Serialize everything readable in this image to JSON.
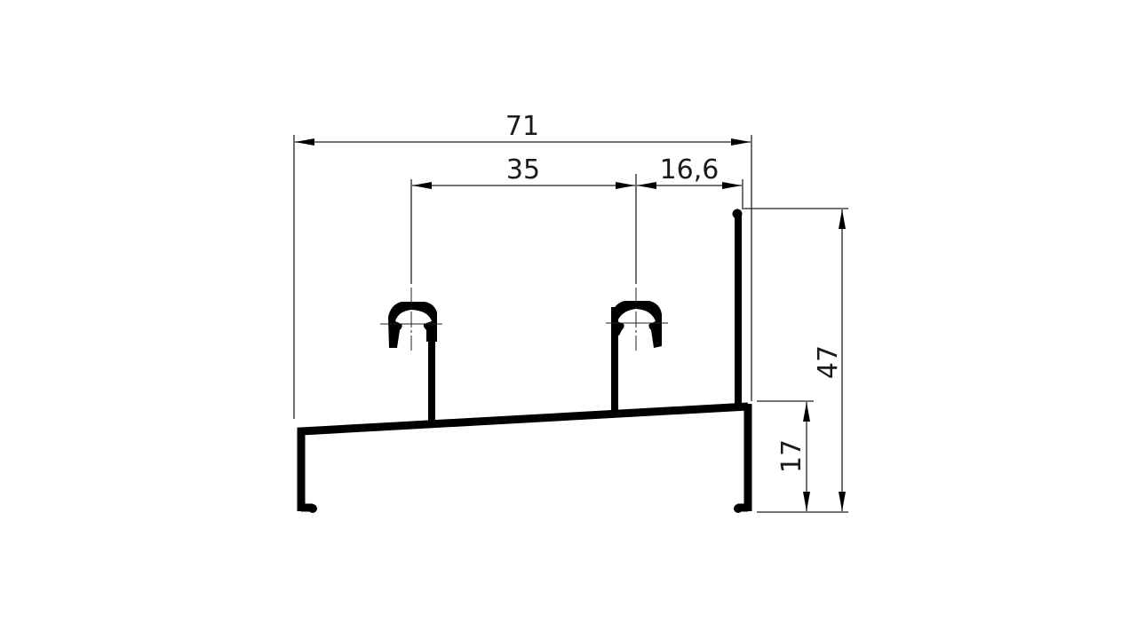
{
  "drawing": {
    "type": "profile-cross-section",
    "units": "mm",
    "dimensions": {
      "overall_width": "71",
      "clip_spacing": "35",
      "clip_to_edge": "16,6",
      "overall_height": "47",
      "lower_height": "17"
    },
    "colors": {
      "background": "#ffffff",
      "profile": "#000000",
      "dimension_lines": "#222222"
    }
  }
}
